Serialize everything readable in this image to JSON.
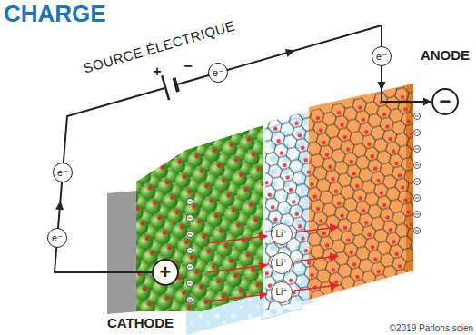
{
  "diagram": {
    "title": "CHARGE",
    "nodes": [
      {
        "text": [
          "CATHODE",
          "+"
        ]
      },
      {
        "text": [
          "ANODE",
          "−"
        ]
      }
    ],
    "edges": [
      {
        "from": 0,
        "to": 1,
        "arrow": "to"
      }
    ],
    "labels": [
      "SOURCE ÉLECTRIQUE",
      "+",
      "−",
      "e⁻",
      "e⁻",
      "e⁻",
      "e⁻",
      "Li⁺",
      "Li⁺",
      "Li⁺",
      "©2019 Parlons scien"
    ]
  }
}
